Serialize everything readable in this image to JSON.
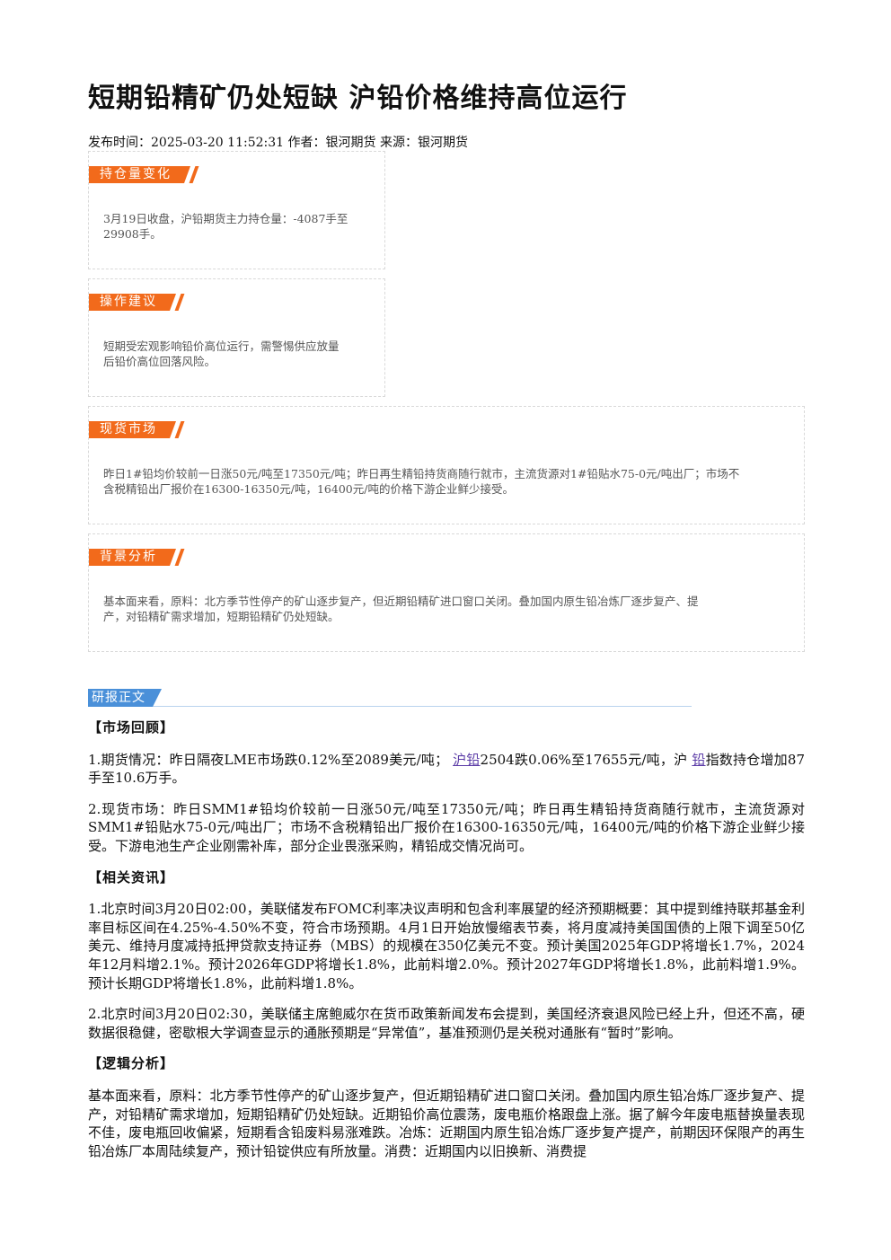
{
  "title": "短期铅精矿仍处短缺 沪铅价格维持高位运行",
  "meta": {
    "publish_label": "发布时间：",
    "publish_time": "2025-03-20 11:52:31",
    "author_label": "作者：",
    "author": "银河期货",
    "source_label": "来源：",
    "source": "银河期货"
  },
  "cards": {
    "position": {
      "tag": "持仓量变化",
      "text_line1": "3月19日收盘，沪铅期货主力持仓量：-4087手至",
      "text_line2": "29908手。"
    },
    "advice": {
      "tag": "操作建议",
      "text_line1": "短期受宏观影响铅价高位运行，需警惕供应放量",
      "text_line2": "后铅价高位回落风险。"
    },
    "spot": {
      "tag": "现货市场",
      "text_line1": "昨日1#铅均价较前一日涨50元/吨至17350元/吨；昨日再生精铅持货商随行就市，主流货源对1#铅贴水75-0元/吨出厂；市场不",
      "text_line2": "含税精铅出厂报价在16300-16350元/吨，16400元/吨的价格下游企业鲜少接受。"
    },
    "background": {
      "tag": "背景分析",
      "text_line1": "基本面来看，原料：北方季节性停产的矿山逐步复产，但近期铅精矿进口窗口关闭。叠加国内原生铅冶炼厂逐步复产、提",
      "text_line2": "产，对铅精矿需求增加，短期铅精矿仍处短缺。"
    }
  },
  "body": {
    "tag": "研报正文",
    "section1_title": "【市场回顾】",
    "p1_a": "1.期货情况：昨日隔夜LME市场跌0.12%至2089美元/吨；",
    "p1_link1": "沪铅",
    "p1_b": "2504跌0.06%至17655元/吨，沪",
    "p1_link2": "铅",
    "p1_c": "指数持仓增加87手至10.6万手。",
    "p2": "2.现货市场：昨日SMM1#铅均价较前一日涨50元/吨至17350元/吨；昨日再生精铅持货商随行就市，主流货源对SMM1#铅贴水75-0元/吨出厂；市场不含税精铅出厂报价在16300-16350元/吨，16400元/吨的价格下游企业鲜少接受。下游电池生产企业刚需补库，部分企业畏涨采购，精铅成交情况尚可。",
    "section2_title": "【相关资讯】",
    "p3": "1.北京时间3月20日02:00，美联储发布FOMC利率决议声明和包含利率展望的经济预期概要：其中提到维持联邦基金利率目标区间在4.25%-4.50%不变，符合市场预期。4月1日开始放慢缩表节奏，将月度减持美国国债的上限下调至50亿美元、维持月度减持抵押贷款支持证券（MBS）的规模在350亿美元不变。预计美国2025年GDP将增长1.7%，2024年12月料增2.1%。预计2026年GDP将增长1.8%，此前料增2.0%。预计2027年GDP将增长1.8%，此前料增1.9%。预计长期GDP将增长1.8%，此前料增1.8%。",
    "p4": "2.北京时间3月20日02:30，美联储主席鲍威尔在货币政策新闻发布会提到，美国经济衰退风险已经上升，但还不高，硬数据很稳健，密歇根大学调查显示的通胀预期是“异常值”，基准预测仍是关税对通胀有“暂时”影响。",
    "section3_title": "【逻辑分析】",
    "p5": "基本面来看，原料：北方季节性停产的矿山逐步复产，但近期铅精矿进口窗口关闭。叠加国内原生铅冶炼厂逐步复产、提产，对铅精矿需求增加，短期铅精矿仍处短缺。近期铅价高位震荡，废电瓶价格跟盘上涨。据了解今年废电瓶替换量表现不佳，废电瓶回收偏紧，短期看含铅废料易涨难跌。冶炼：近期国内原生铅冶炼厂逐步复产提产，前期因环保限产的再生铅冶炼厂本周陆续复产，预计铅锭供应有所放量。消费：近期国内以旧换新、消费提"
  }
}
